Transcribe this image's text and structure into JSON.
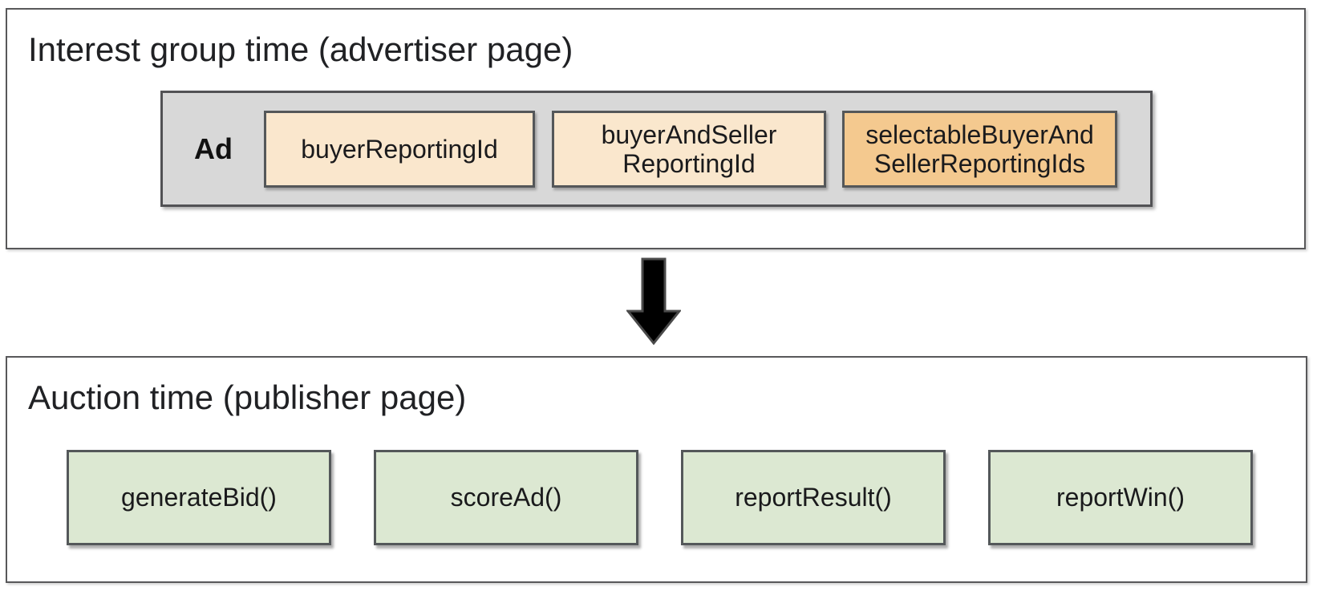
{
  "interest_group": {
    "title": "Interest group time (advertiser page)",
    "ad_label": "Ad",
    "boxes": [
      {
        "variant": "peach",
        "lines": [
          "buyerReportingId",
          ""
        ]
      },
      {
        "variant": "peach",
        "lines": [
          "buyerAndSeller",
          "ReportingId"
        ]
      },
      {
        "variant": "orange",
        "lines": [
          "selectableBuyerAnd",
          "SellerReportingIds"
        ]
      }
    ]
  },
  "auction": {
    "title": "Auction time (publisher page)",
    "functions": [
      "generateBid()",
      "scoreAd()",
      "reportResult()",
      "reportWin()"
    ]
  },
  "colors": {
    "peach": "#FAE7CD",
    "orange": "#F4C98F",
    "green": "#DCE8D2",
    "container_gray": "#D8D8D8",
    "panel_border": "#58585A",
    "box_border": "#545759",
    "arrow_fill": "#000000",
    "text": "#1A1A1C"
  }
}
